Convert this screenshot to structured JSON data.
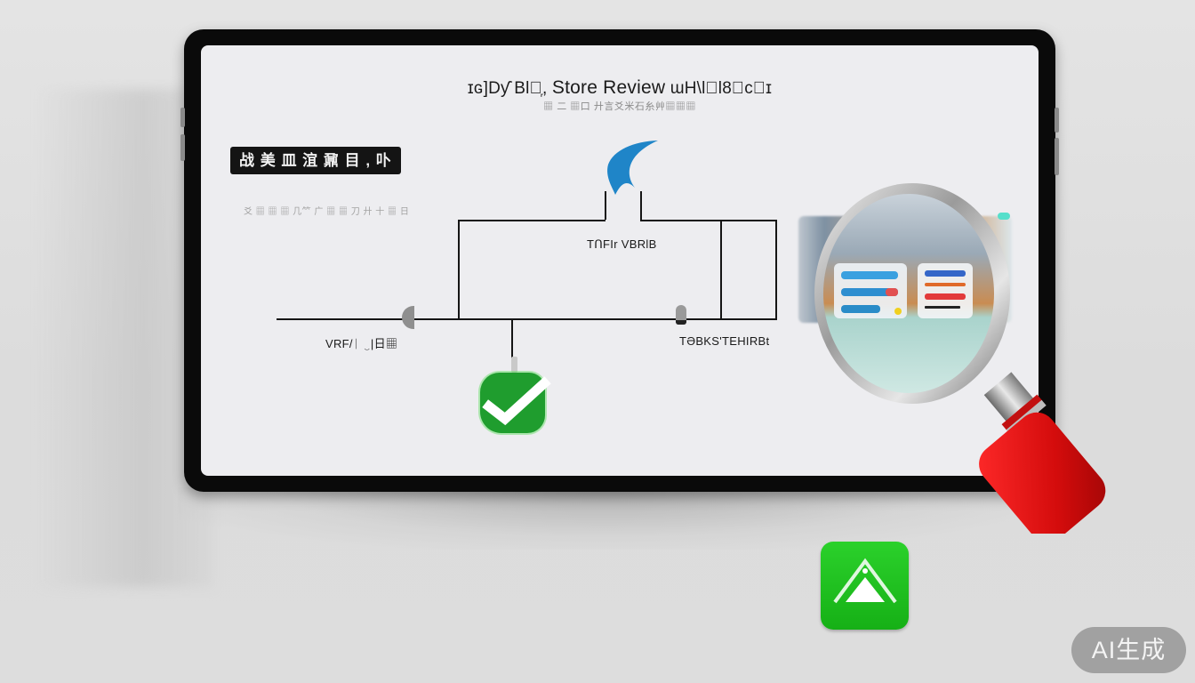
{
  "screen": {
    "title_prefix": "ɪɢ]Dƴ Bl𝗅᷊,",
    "title_main": "Store Review",
    "title_suffix": "ɯH\\l⃞l8⃞c⃞ɪ",
    "subtitle": "▦ ⼆ ▦⼝ ⼶⾔⽘⽶⽯⽷⾋▦▦▦",
    "badge_label": "战 美 皿 𣶺 鼐 目 , 卟",
    "badge_caption": "⽘ ▦ ▦ ▦ ⼏⺮ ⼴ ▦ ▦ ⼑ ⼶ ⼗ ▦ ⽇",
    "diagram": {
      "center_label": "TՈFIr VBRlB",
      "left_label": "VRF/ᛁ ‿|日▦",
      "right_label": "TӘBKS'TEHIRBt",
      "blue_icon": "bird-wing-icon",
      "check_icon": "checkmark-badge-icon"
    }
  },
  "overlay": {
    "magnifier_icon": "magnifying-glass-icon",
    "app_icon": "triangle-tent-app-icon",
    "watermark": "AI生成"
  },
  "colors": {
    "tablet_bezel": "#0a0a0a",
    "screen_bg": "#ededf0",
    "accent_blue": "#1f85c8",
    "check_green": "#1f9d2e",
    "app_green": "#22c422",
    "handle_red": "#d40c0c",
    "teal_dot": "#56dfcb"
  }
}
